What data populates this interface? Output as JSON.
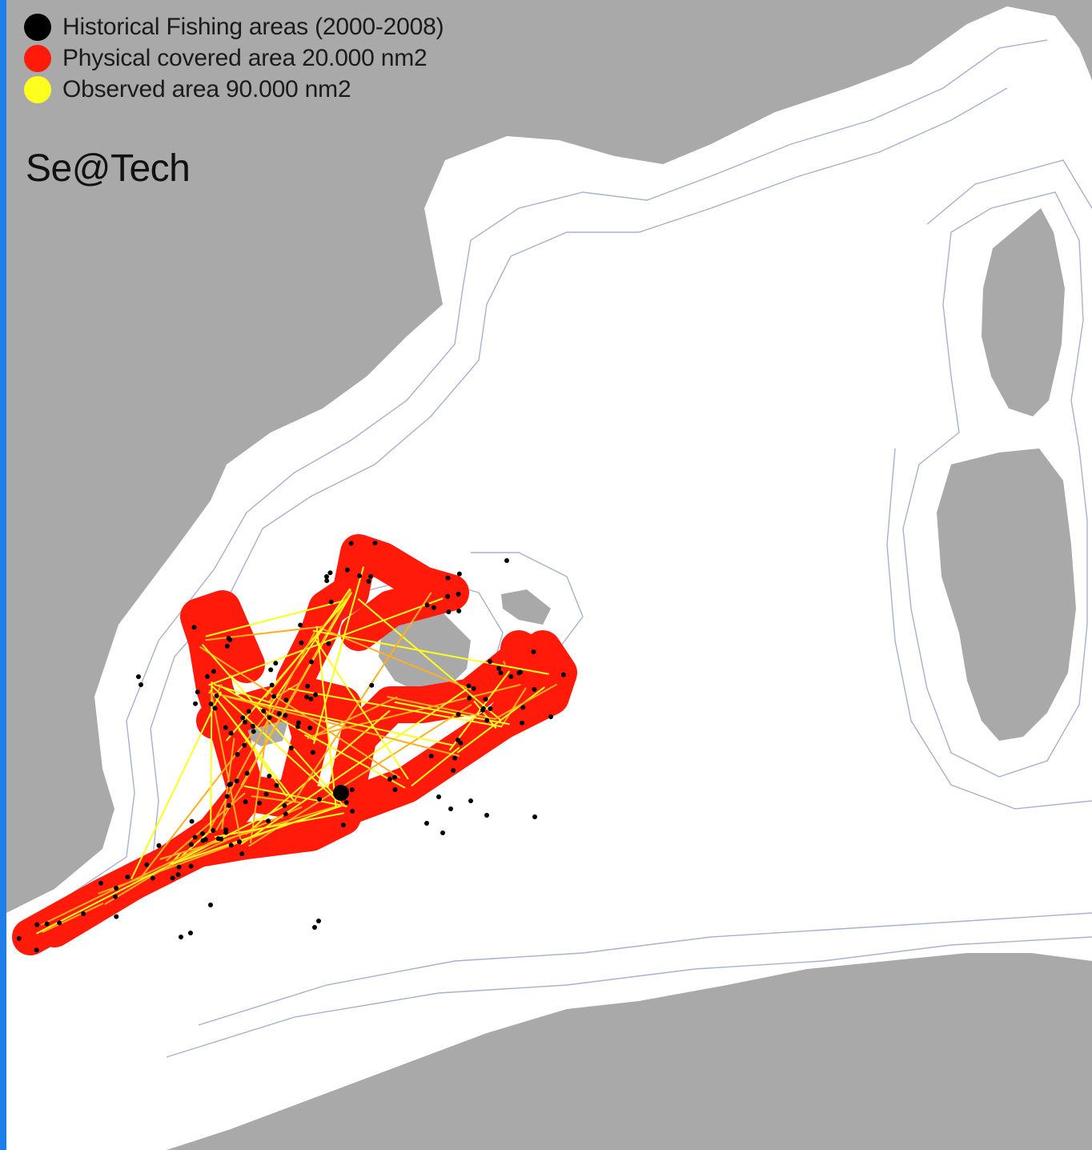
{
  "legend": {
    "items": [
      {
        "label": "Historical Fishing areas (2000-2008)",
        "color": "#000000"
      },
      {
        "label": "Physical covered area 20.000 nm2",
        "color": "#ff1a0a"
      },
      {
        "label": "Observed area 90.000 nm2",
        "color": "#ffff1f"
      }
    ]
  },
  "brand": {
    "text": "Se@Tech"
  },
  "colors": {
    "land": "#a9a9a9",
    "sea": "#ffffff",
    "frame": "#1f7fe8",
    "isobath": "#9aa3c8"
  }
}
